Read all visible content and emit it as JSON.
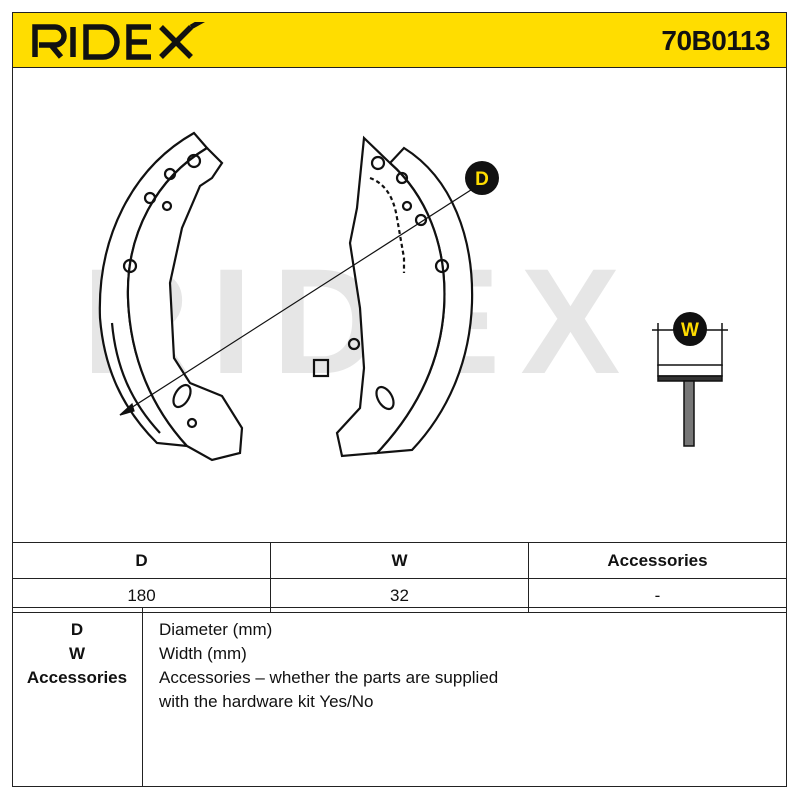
{
  "brand": {
    "name": "RIDEX",
    "accent": "#ffdd00"
  },
  "header": {
    "part_code": "70B0113"
  },
  "drawing": {
    "watermark": "RIDEX",
    "label_d": "D",
    "label_w": "W"
  },
  "table": {
    "headers": [
      "D",
      "W",
      "Accessories"
    ],
    "values": [
      "180",
      "32",
      "-"
    ]
  },
  "legend": {
    "keys": [
      "D",
      "W",
      "Accessories"
    ],
    "lines": [
      "Diameter (mm)",
      "Width (mm)",
      "Accessories – whether the parts are supplied",
      "with the hardware kit Yes/No"
    ]
  }
}
